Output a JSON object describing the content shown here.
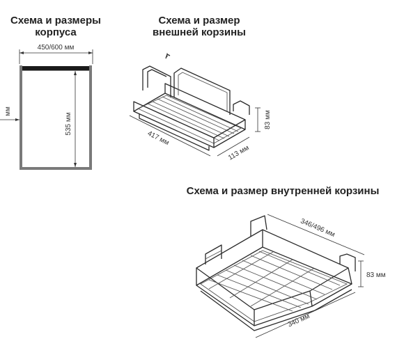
{
  "titles": {
    "cabinet_l1": "Схема и размеры",
    "cabinet_l2": "корпуса",
    "outer_l1": "Схема и размер",
    "outer_l2": "внешней корзины",
    "inner": "Схема и размер внутренней корзины"
  },
  "cabinet": {
    "width_label": "450/600 мм",
    "height_label": "535 мм",
    "side_label": "мм"
  },
  "outer_basket": {
    "length_label": "417 мм",
    "depth_label": "113 мм",
    "height_label": "83 мм"
  },
  "inner_basket": {
    "width_label": "346/496 мм",
    "length_label": "340 мм",
    "height_label": "83 мм"
  },
  "colors": {
    "wire": "#2a2a2a",
    "cabinet_wall": "#7a7a7a",
    "cabinet_top": "#1a1a1a"
  }
}
